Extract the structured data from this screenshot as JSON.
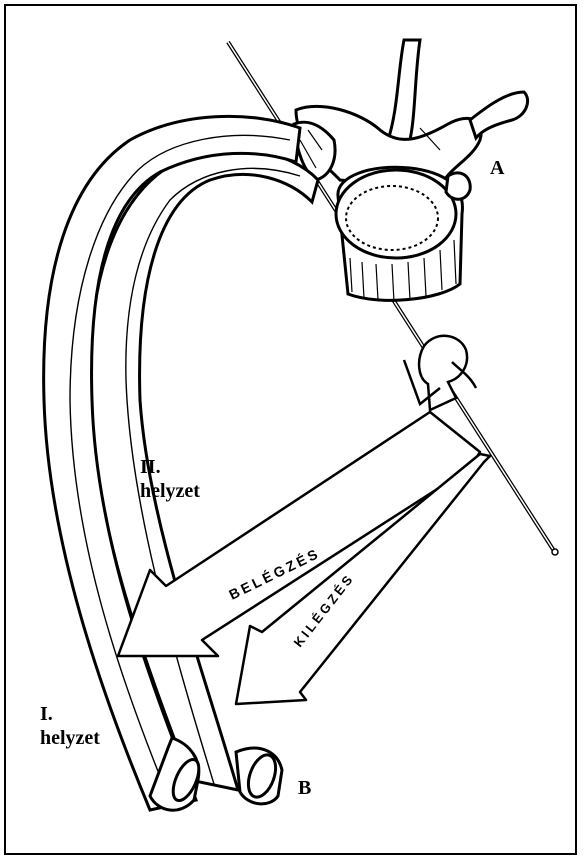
{
  "labels": {
    "a": "A",
    "b": "B",
    "position_2": "II.\nhelyzet",
    "position_1": "I.\nhelyzet"
  },
  "arrows": {
    "inhale": "BELÉGZÉS",
    "exhale": "KILÉGZÉS"
  },
  "colors": {
    "ink": "#000000",
    "background": "#ffffff"
  }
}
